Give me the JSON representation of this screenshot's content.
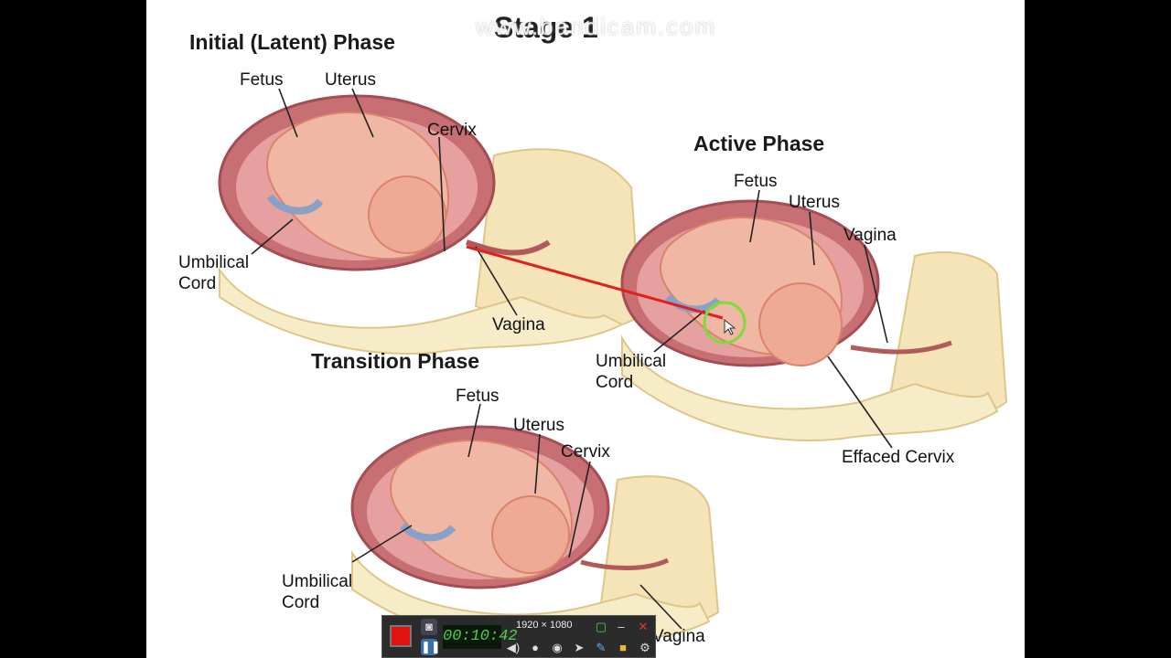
{
  "slide": {
    "title": "Stage 1",
    "watermark": "www.bandicam.com"
  },
  "phases": {
    "latent": {
      "title": "Initial (Latent) Phase",
      "labels": {
        "fetus": "Fetus",
        "uterus": "Uterus",
        "cervix": "Cervix",
        "umbilical_1": "Umbilical",
        "umbilical_2": "Cord",
        "vagina": "Vagina"
      }
    },
    "active": {
      "title": "Active Phase",
      "labels": {
        "fetus": "Fetus",
        "uterus": "Uterus",
        "vagina": "Vagina",
        "umbilical_1": "Umbilical",
        "umbilical_2": "Cord",
        "effaced_cervix": "Effaced Cervix"
      }
    },
    "transition": {
      "title": "Transition Phase",
      "labels": {
        "fetus": "Fetus",
        "uterus": "Uterus",
        "cervix": "Cervix",
        "umbilical_1": "Umbilical",
        "umbilical_2": "Cord",
        "vagina": "Vagina"
      }
    }
  },
  "annotation": {
    "arrow_color": "#e02020",
    "circle_color": "#7ddc3a"
  },
  "recorder": {
    "timer": "00:10:42",
    "resolution": "1920 × 1080",
    "icons": [
      "record-icon",
      "camera-icon",
      "pause-icon",
      "window-icon",
      "minimize-icon",
      "close-icon",
      "speaker-icon",
      "microphone-icon",
      "webcam-icon",
      "cursor-icon",
      "pen-icon",
      "folder-icon",
      "settings-icon"
    ]
  },
  "colors": {
    "skin": "#f0b8a4",
    "skin_dark": "#d9836b",
    "uterus": "#c96a6a",
    "body": "#f4e4b8",
    "body_edge": "#e8c98f"
  }
}
